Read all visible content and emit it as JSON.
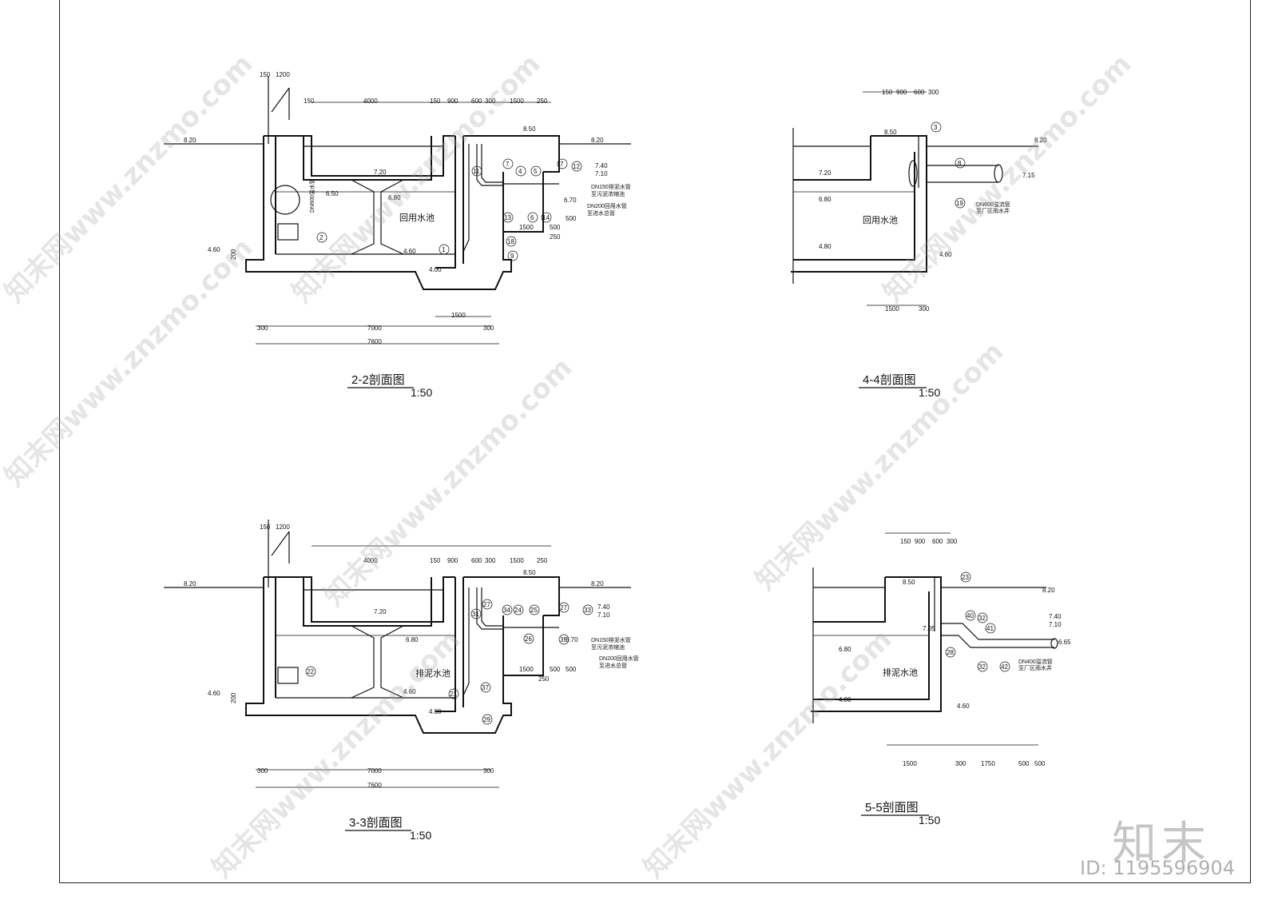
{
  "sections": [
    {
      "id": "2-2",
      "title": "2-2剖面图",
      "scale": "1:50",
      "pool_label": "回用水池",
      "note1a": "DN150排泥水管",
      "note1b": "至污泥浓缩池",
      "note2a": "DN200回用水管",
      "note2b": "至进水总管",
      "side_note": "DN600溢水管"
    },
    {
      "id": "4-4",
      "title": "4-4剖面图",
      "scale": "1:50",
      "pool_label": "回用水池",
      "note1a": "DN600溢流管",
      "note1b": "至厂区雨水井"
    },
    {
      "id": "3-3",
      "title": "3-3剖面图",
      "scale": "1:50",
      "pool_label": "排泥水池",
      "note1a": "DN150排泥水管",
      "note1b": "至污泥浓缩池",
      "note2a": "DN200回用水管",
      "note2b": "至进水总管"
    },
    {
      "id": "5-5",
      "title": "5-5剖面图",
      "scale": "1:50",
      "pool_label": "排泥水池",
      "note1a": "DN400溢流管",
      "note1b": "至厂区雨水井"
    }
  ],
  "dims": {
    "d150": "150",
    "d1200": "1200",
    "d4000": "4000",
    "d900": "900",
    "d600": "600",
    "d300": "300",
    "d1500": "1500",
    "d250": "250",
    "d500": "500",
    "d7000": "7000",
    "d7600": "7600",
    "d200": "200",
    "d1750": "1750"
  },
  "levels": {
    "l820": "8.20",
    "l850": "8.50",
    "l740": "7.40",
    "l710": "7.10",
    "l720": "7.20",
    "l650": "6.50",
    "l680": "6.80",
    "l670": "6.70",
    "l460": "4.60",
    "l400": "4.00",
    "l480": "4.80",
    "l715": "7.15",
    "l705": "7.05",
    "l665": "6.65"
  },
  "tags": {
    "t1": "1",
    "t2": "2",
    "t3": "3",
    "t4": "4",
    "t5": "5",
    "t6": "6",
    "t7": "7",
    "t8": "8",
    "t9": "9",
    "t11": "11",
    "t12": "12",
    "t13": "13",
    "t14": "14",
    "t18": "18",
    "t19": "19",
    "t21": "21",
    "t22": "22",
    "t23": "23",
    "t24": "24",
    "t25": "25",
    "t26": "26",
    "t27": "27",
    "t28": "28",
    "t29": "29",
    "t31": "31",
    "t32": "32",
    "t33": "33",
    "t34": "34",
    "t35": "35",
    "t37": "37",
    "t40": "40",
    "t41": "41",
    "t42": "42"
  },
  "watermark": {
    "text": "知末网www.znzmo.com",
    "brand": "知末",
    "id": "ID: 1195596904"
  }
}
